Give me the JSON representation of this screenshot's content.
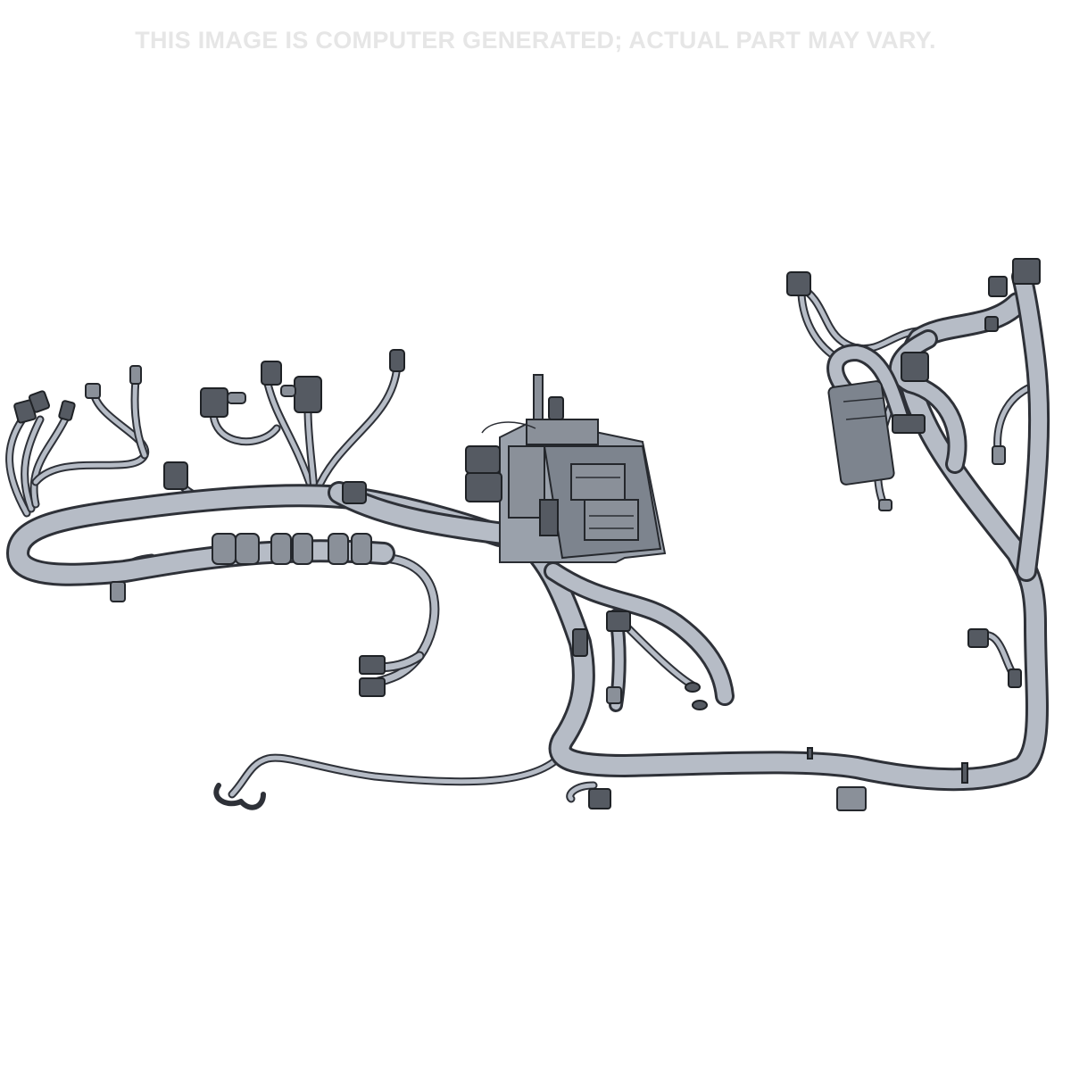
{
  "disclaimer": "THIS IMAGE IS COMPUTER GENERATED; ACTUAL PART MAY VARY.",
  "colors": {
    "background": "#ffffff",
    "disclaimer_text": "#e6e6e6",
    "harness_fill": "#b6bcc6",
    "harness_outline": "#2e3138",
    "connector": "#555a62"
  },
  "illustration": {
    "subject": "engine-wiring-harness",
    "main_part": "fuse-relay-box"
  }
}
